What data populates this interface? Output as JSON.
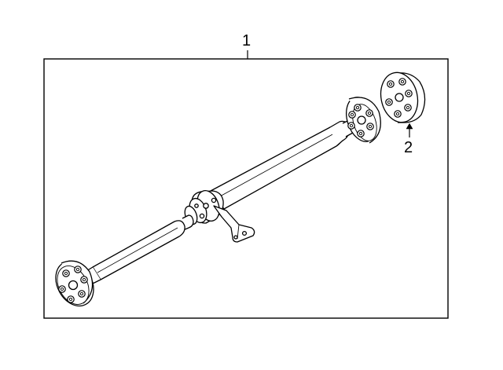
{
  "callouts": [
    {
      "id": "1",
      "label": "1"
    },
    {
      "id": "2",
      "label": "2"
    }
  ],
  "colors": {
    "line": "#000000",
    "fill": "#ffffff",
    "frame": "#000000"
  }
}
